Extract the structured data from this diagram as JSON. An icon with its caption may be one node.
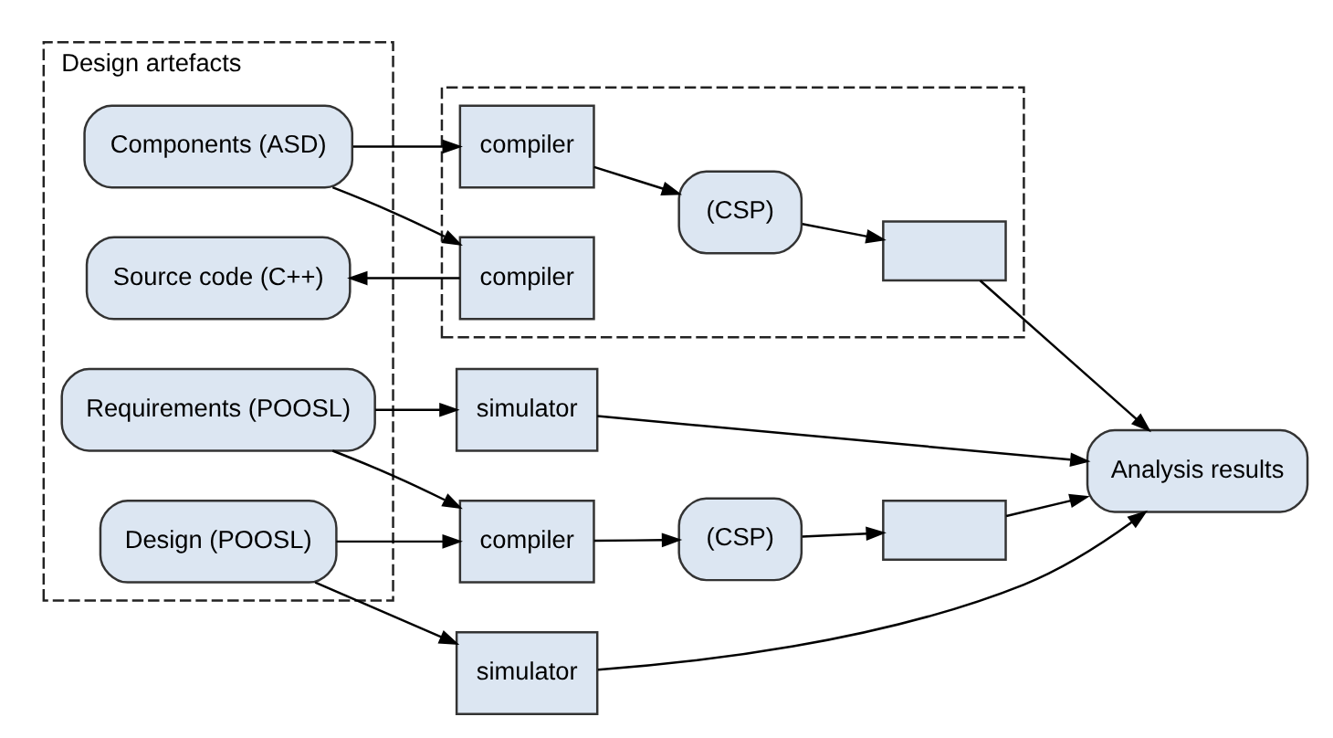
{
  "diagram": {
    "nodes": [
      {
        "text": [
          "Design artefacts"
        ]
      },
      {
        "text": [
          "Requirements (POOSL)"
        ],
        "in": 0
      },
      {
        "text": [
          "Design (POOSL)"
        ],
        "in": 0
      },
      {
        "text": [
          "Components (ASD)"
        ],
        "in": 0
      },
      {
        "text": [
          "Source code (C++)"
        ],
        "in": 0
      },
      {
        "text": [
          "simulator"
        ]
      },
      {
        "text": [
          "compiler"
        ]
      },
      {
        "text": [
          "(CSP)"
        ]
      },
      {
        "text": [],
        "shape": "box"
      },
      {
        "text": [
          "simulator"
        ]
      },
      {
        "text": [
          "Analysis results"
        ]
      },
      {
        "text": [],
        "shape": "box"
      },
      {
        "text": [
          "compiler"
        ],
        "in": 11
      },
      {
        "text": [
          "(CSP)"
        ],
        "in": 11
      },
      {
        "text": [],
        "shape": "box",
        "in": 11
      },
      {
        "text": [
          "compiler"
        ],
        "in": 11
      }
    ],
    "edges": [
      {
        "from": 1,
        "to": 5,
        "arrow": "to"
      },
      {
        "from": 1,
        "to": 6,
        "arrow": "to"
      },
      {
        "from": 6,
        "to": 7,
        "arrow": "to"
      },
      {
        "from": 7,
        "to": 8,
        "arrow": "to"
      },
      {
        "from": 5,
        "to": 10,
        "arrow": "to"
      },
      {
        "from": 8,
        "to": 10,
        "arrow": "to"
      },
      {
        "from": 2,
        "to": 6,
        "arrow": "to"
      },
      {
        "from": 2,
        "to": 9,
        "arrow": "to"
      },
      {
        "from": 9,
        "to": 10,
        "arrow": "to"
      },
      {
        "from": 3,
        "to": 12,
        "arrow": "to"
      },
      {
        "from": 3,
        "to": 15,
        "arrow": "to"
      },
      {
        "from": 12,
        "to": 13,
        "arrow": "to"
      },
      {
        "from": 13,
        "to": 14,
        "arrow": "to"
      },
      {
        "from": 14,
        "to": 10,
        "arrow": "to"
      },
      {
        "from": 15,
        "to": 4,
        "arrow": "to"
      }
    ]
  }
}
